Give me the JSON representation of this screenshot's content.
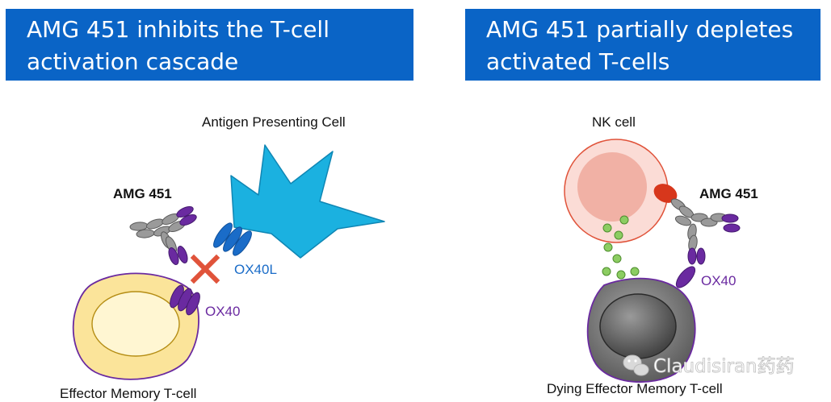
{
  "left_panel": {
    "title_line1": "AMG 451 inhibits the T-cell",
    "title_line2": "activation cascade",
    "antigen_cell_label": "Antigen Presenting Cell",
    "drug_label": "AMG 451",
    "ligand_label": "OX40L",
    "receptor_label": "OX40",
    "tcell_label": "Effector Memory T-cell"
  },
  "right_panel": {
    "title_line1": "AMG 451 partially depletes",
    "title_line2": "activated T-cells",
    "nk_label": "NK cell",
    "drug_label": "AMG 451",
    "receptor_label": "OX40",
    "tcell_label": "Dying Effector Memory T-cell"
  },
  "watermark": {
    "text": "Claudisiran药药"
  },
  "colors": {
    "banner": "#0a64c6",
    "apc": "#1bb1e0",
    "ox40l": "#1a6cc8",
    "ox40": "#6a2aa0",
    "antibody": "#9a9a9a",
    "block_x": "#e0533a",
    "tcell_outer": "#fbe49a",
    "tcell_inner": "#fff6d2",
    "nk_outer": "#fbdcd6",
    "nk_inner": "#f1b1a5",
    "granule": "#8ccd62",
    "dying_cell": "#7a7a7a"
  }
}
